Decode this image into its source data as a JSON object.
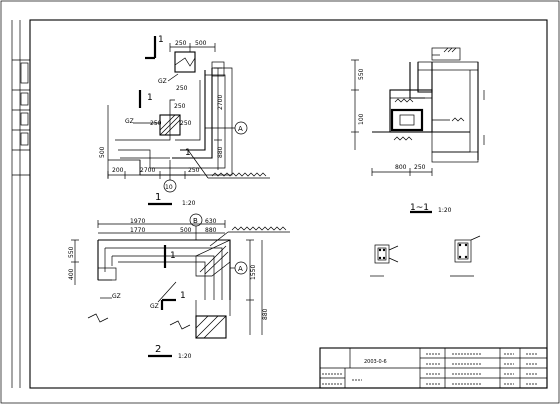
{
  "detail1": {
    "top_dims": [
      "250",
      "500"
    ],
    "gz_labels": [
      "GZ",
      "GZ"
    ],
    "dims_mid": [
      "250",
      "250",
      "250",
      "250"
    ],
    "right_dims": [
      "2700",
      "880"
    ],
    "left_dim": "500",
    "bottom_dims": [
      "200",
      "2700",
      "250"
    ],
    "axis_A": "A",
    "axis_10": "10",
    "scale": "1:20",
    "mark_1": "1"
  },
  "detail2": {
    "axis_B": "B",
    "axis_A": "A",
    "top_dims": [
      "1970",
      "630",
      "1770",
      "500",
      "880"
    ],
    "left_dims": [
      "550",
      "400"
    ],
    "right_dims": [
      "1550",
      "880"
    ],
    "gz_labels": [
      "GZ",
      "GZ"
    ],
    "scale": "1:20",
    "mark_2": "2"
  },
  "section": {
    "dims_left": [
      "550",
      "100"
    ],
    "dims_bottom": [
      "800",
      "250"
    ],
    "label": "1~1",
    "scale": "1:20"
  },
  "title_block": {
    "drawing_no": "2003-0-6"
  }
}
